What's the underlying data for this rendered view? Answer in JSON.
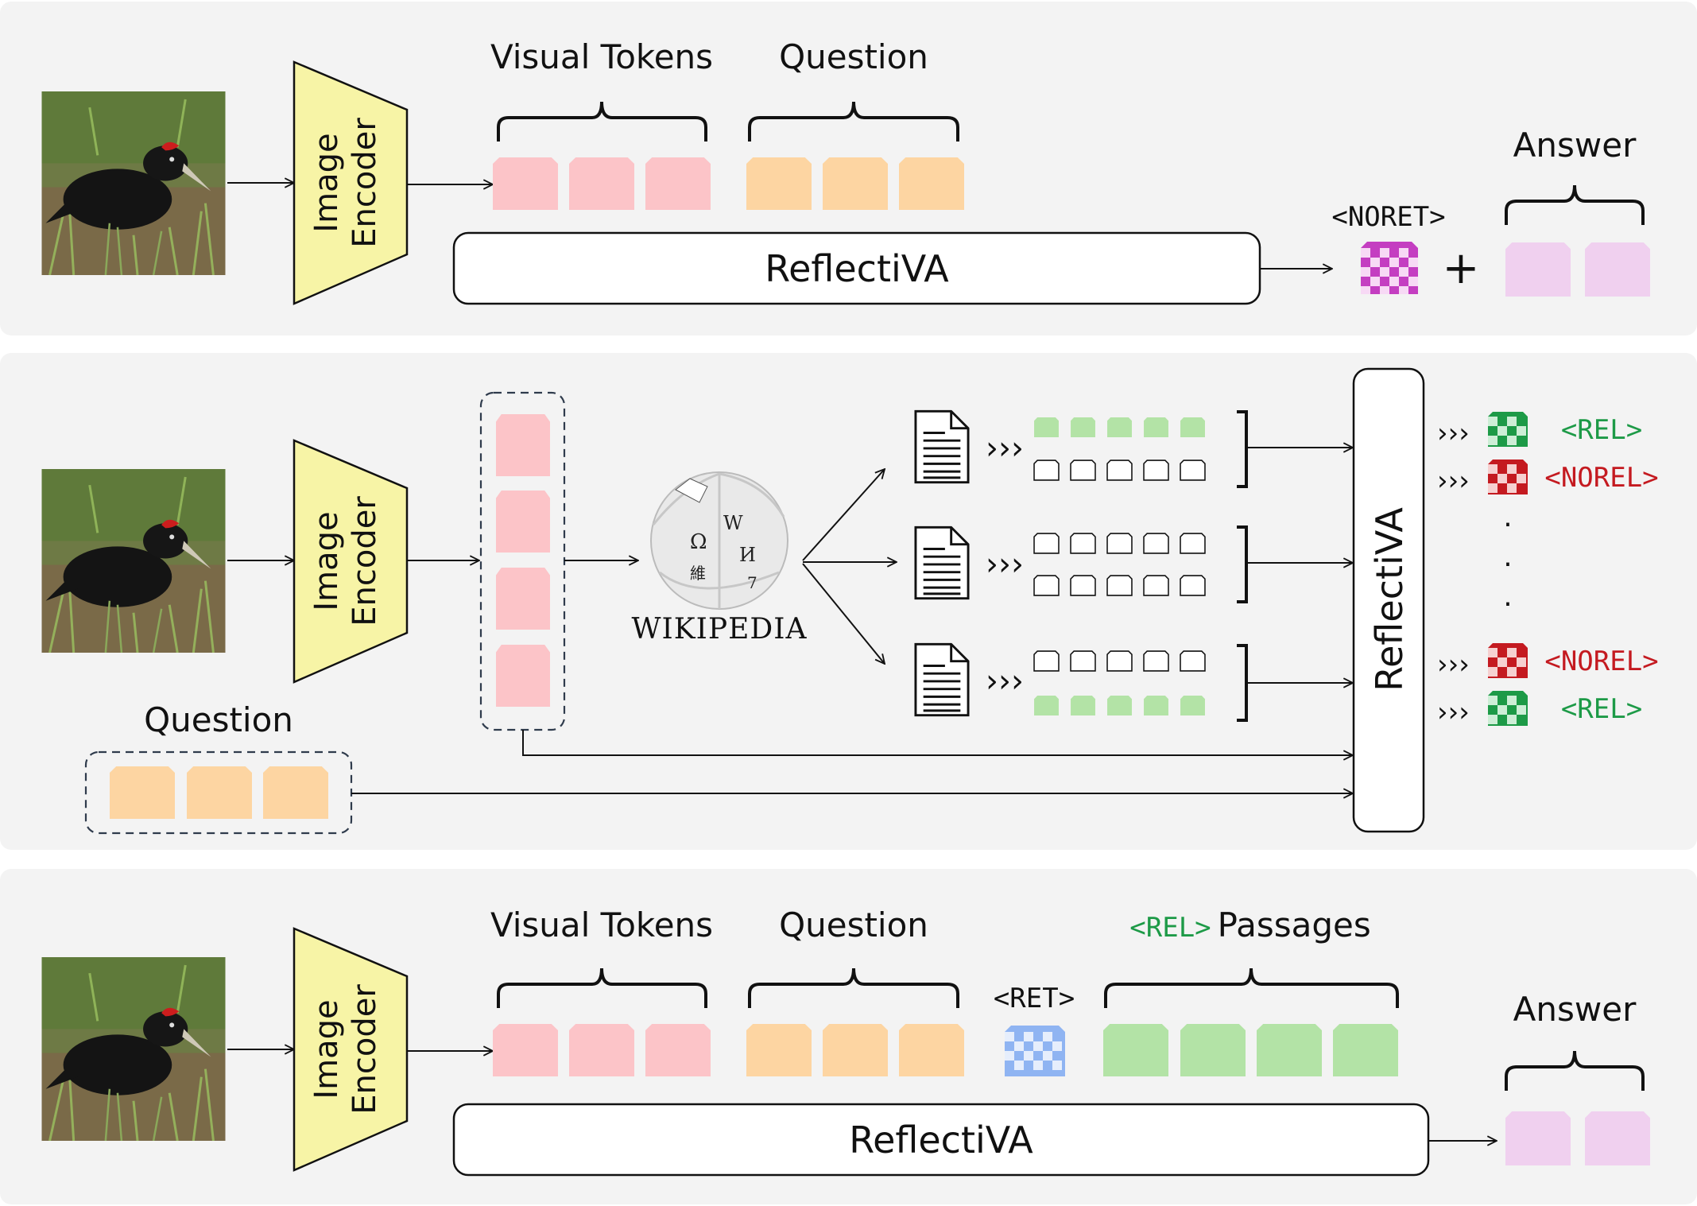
{
  "colors": {
    "panel_bg": "#f3f3f3",
    "encoder_fill": "#f7f4a6",
    "visual_token": "#fcc4c8",
    "question_token": "#fdd5a2",
    "answer_token": "#f0d0ef",
    "passage_token": "#b3e3a6",
    "rel_green": "#1d9a47",
    "norel_red": "#c41a20",
    "noret_magenta": "#c43ec1",
    "ret_blue": "#8fb4f2"
  },
  "panel1": {
    "encoder_line1": "Image",
    "encoder_line2": "Encoder",
    "visual_tokens_label": "Visual Tokens",
    "question_label": "Question",
    "model_label": "ReflectiVA",
    "noret_token": "<NORET>",
    "plus": "+",
    "answer_label": "Answer"
  },
  "panel2": {
    "encoder_line1": "Image",
    "encoder_line2": "Encoder",
    "question_label": "Question",
    "wikipedia_label": "WIKIPEDIA",
    "wiki_glyphs": [
      "Ω",
      "W",
      "И",
      "維",
      "7"
    ],
    "model_label": "ReflectiVA",
    "chevrons": "›››",
    "outputs": [
      "<REL>",
      "<NOREL>",
      "<NOREL>",
      "<REL>"
    ],
    "ellipsis": [
      "·",
      "·",
      "·"
    ]
  },
  "panel3": {
    "encoder_line1": "Image",
    "encoder_line2": "Encoder",
    "visual_tokens_label": "Visual Tokens",
    "question_label": "Question",
    "ret_token": "<RET>",
    "rel_prefix": "<REL>",
    "passages_label": "Passages",
    "model_label": "ReflectiVA",
    "answer_label": "Answer"
  }
}
